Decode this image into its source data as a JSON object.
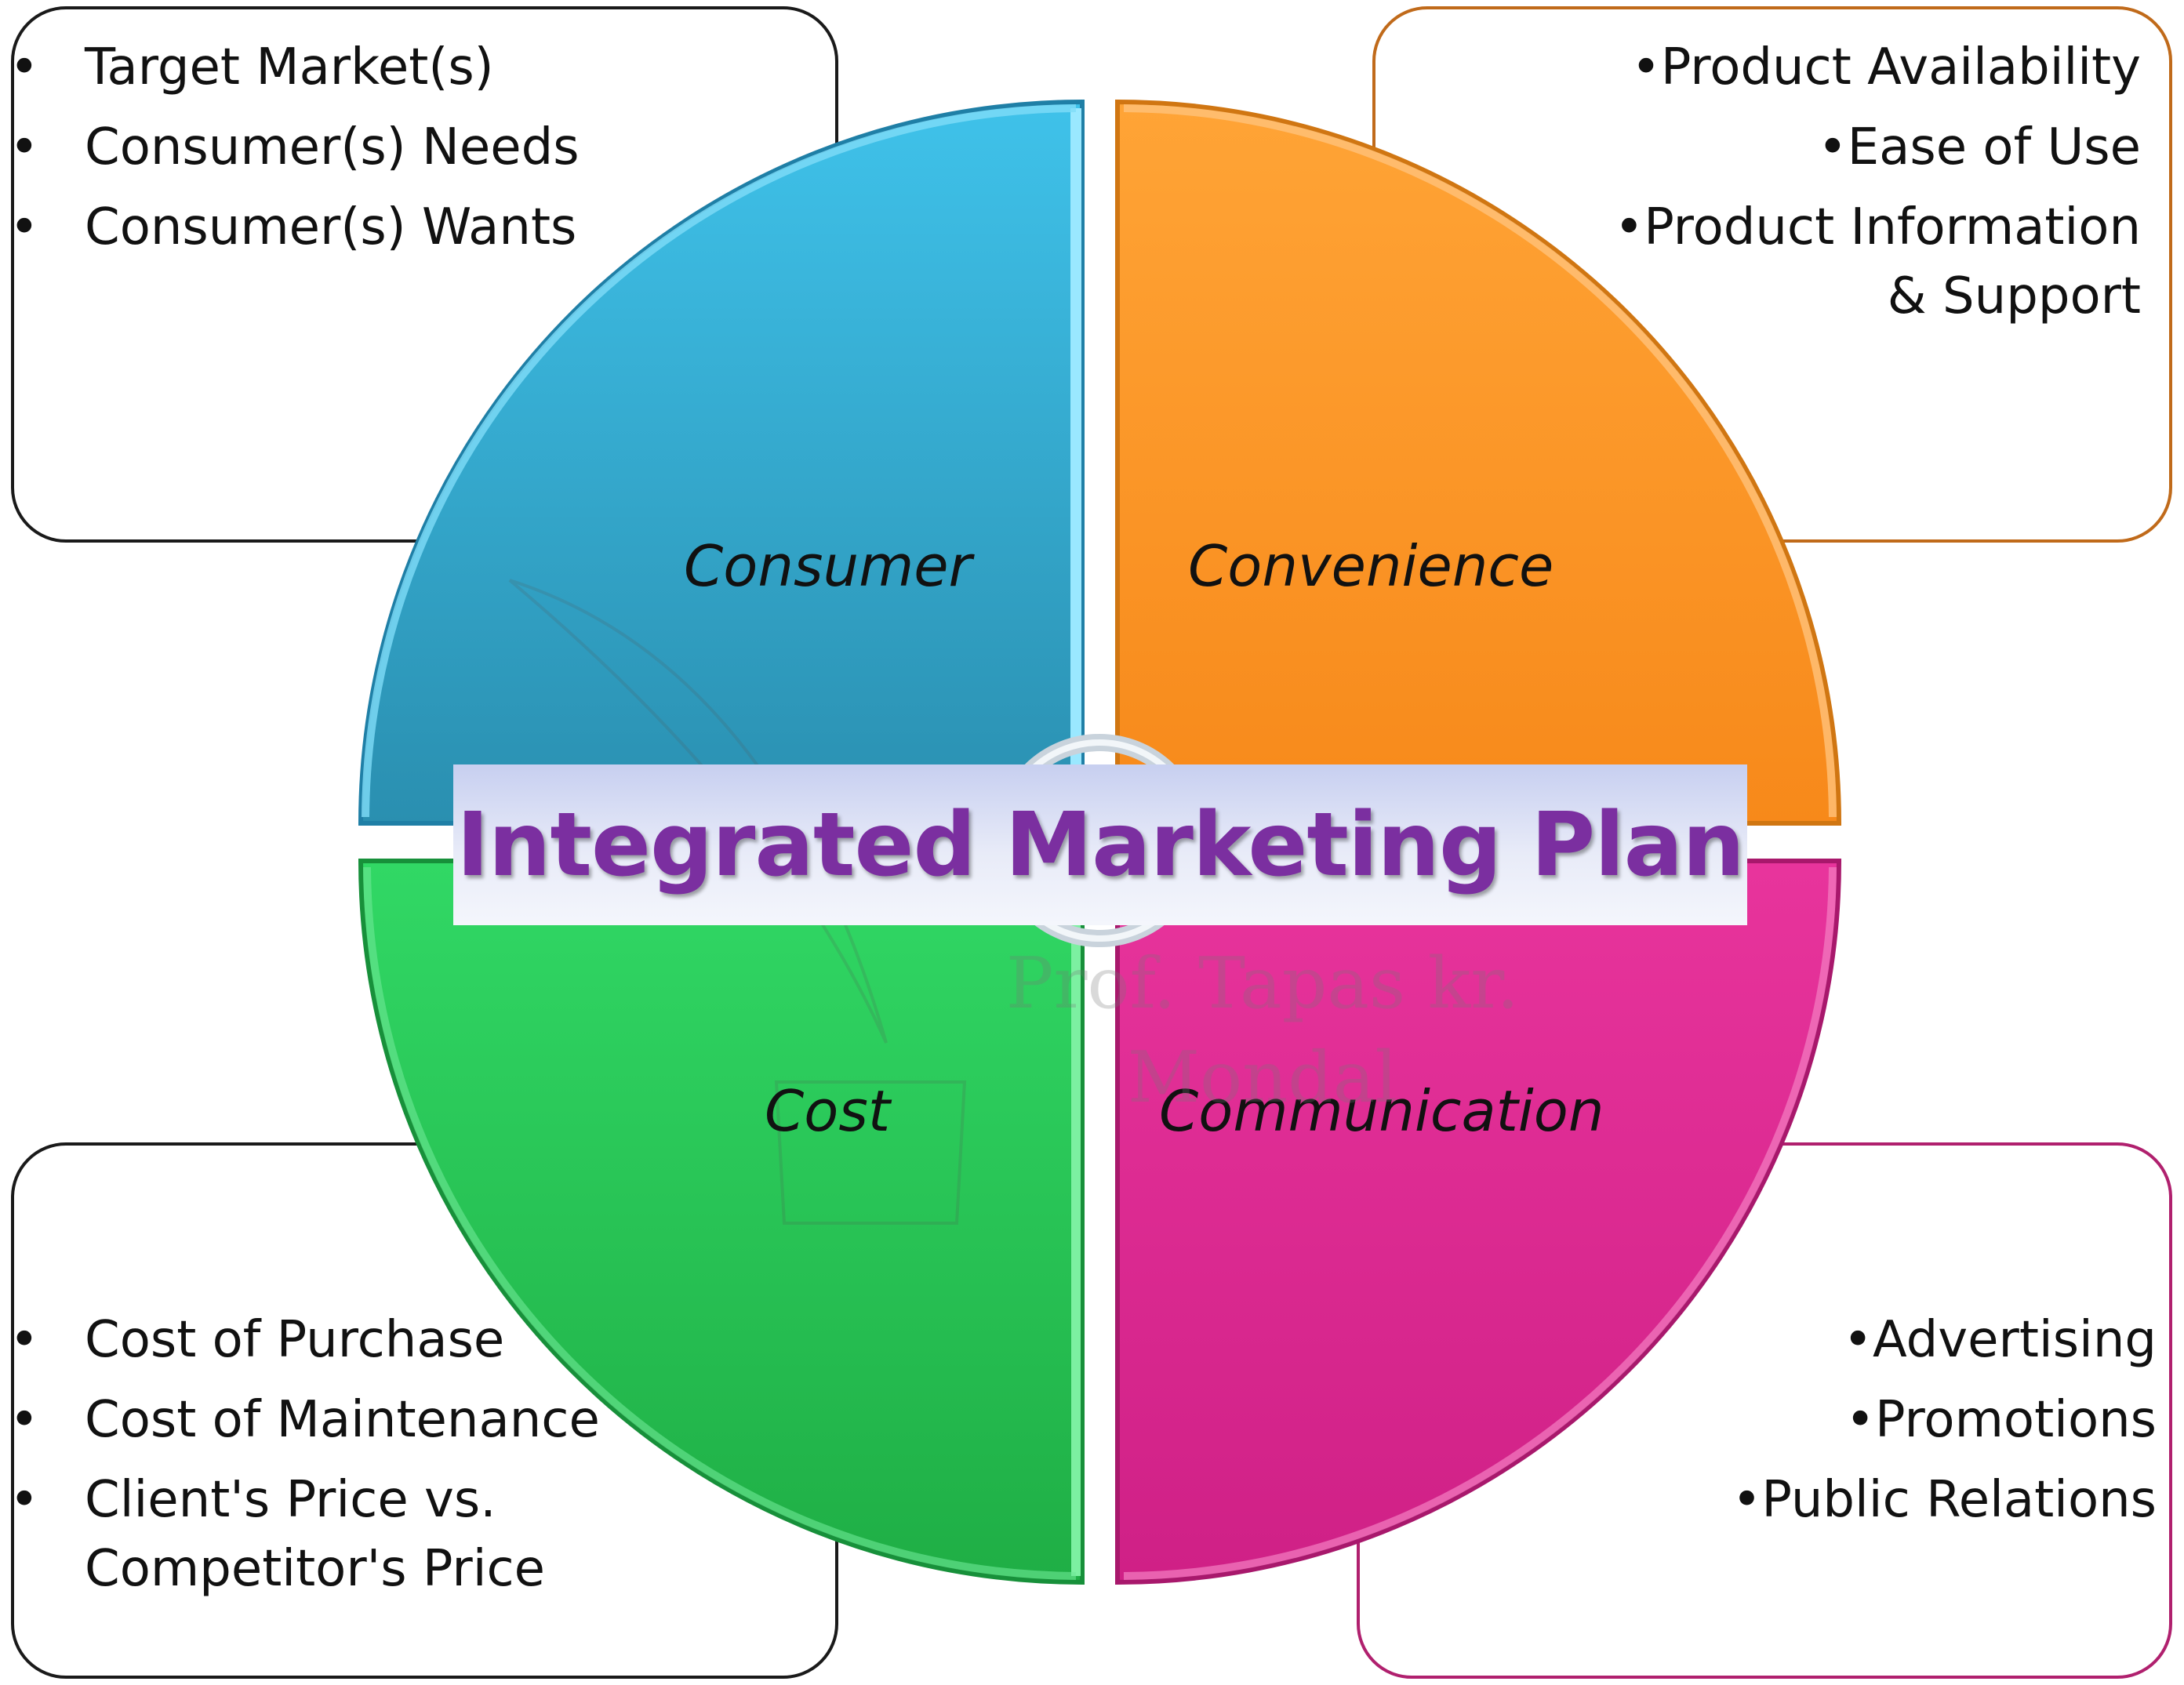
{
  "title": "Integrated Marketing Plan",
  "quadrants": {
    "consumer": {
      "label": "Consumer",
      "color": "#2a9fd0",
      "items": [
        "Target Market(s)",
        "Consumer(s) Needs",
        "Consumer(s) Wants"
      ]
    },
    "convenience": {
      "label": "Convenience",
      "color": "#f7941d",
      "items": [
        "Product Availability",
        "Ease of Use",
        "Product Information & Support"
      ]
    },
    "cost": {
      "label": "Cost",
      "color": "#22b14c",
      "items": [
        "Cost of Purchase",
        "Cost of Maintenance",
        "Client's Price vs. Competitor's Price"
      ]
    },
    "communication": {
      "label": "Communication",
      "color": "#d9268e",
      "items": [
        "Advertising",
        "Promotions",
        "Public Relations"
      ]
    }
  },
  "watermark": "Prof. Tapas kr. Mondal"
}
